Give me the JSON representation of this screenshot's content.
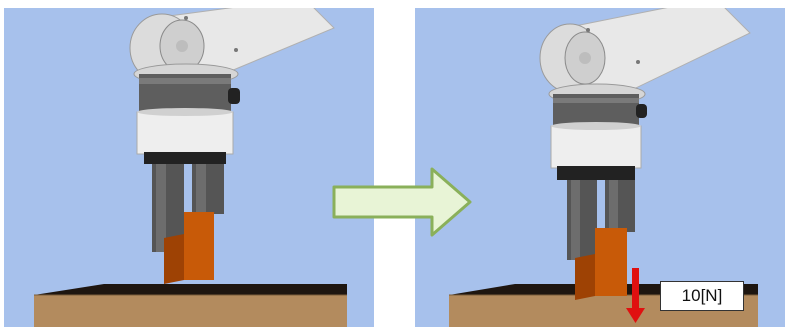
{
  "colors": {
    "sky": "#a7c1ec",
    "robot_body": "#e6e6e6",
    "robot_band": "#5e5e5e",
    "finger": "#555555",
    "object": "#c85a08",
    "table": "#b38b5e",
    "arrow_fill": "#e8f4d6",
    "arrow_stroke": "#8ab05a",
    "force_arrow": "#e01010"
  },
  "panels": [
    {
      "name": "before-contact",
      "object_state": "held-above-table"
    },
    {
      "name": "after-contact",
      "object_state": "pressed-on-table"
    }
  ],
  "transition_arrow": {
    "icon": "right-block-arrow"
  },
  "force": {
    "label": "10[N]",
    "icon": "down-arrow",
    "direction": "down"
  }
}
